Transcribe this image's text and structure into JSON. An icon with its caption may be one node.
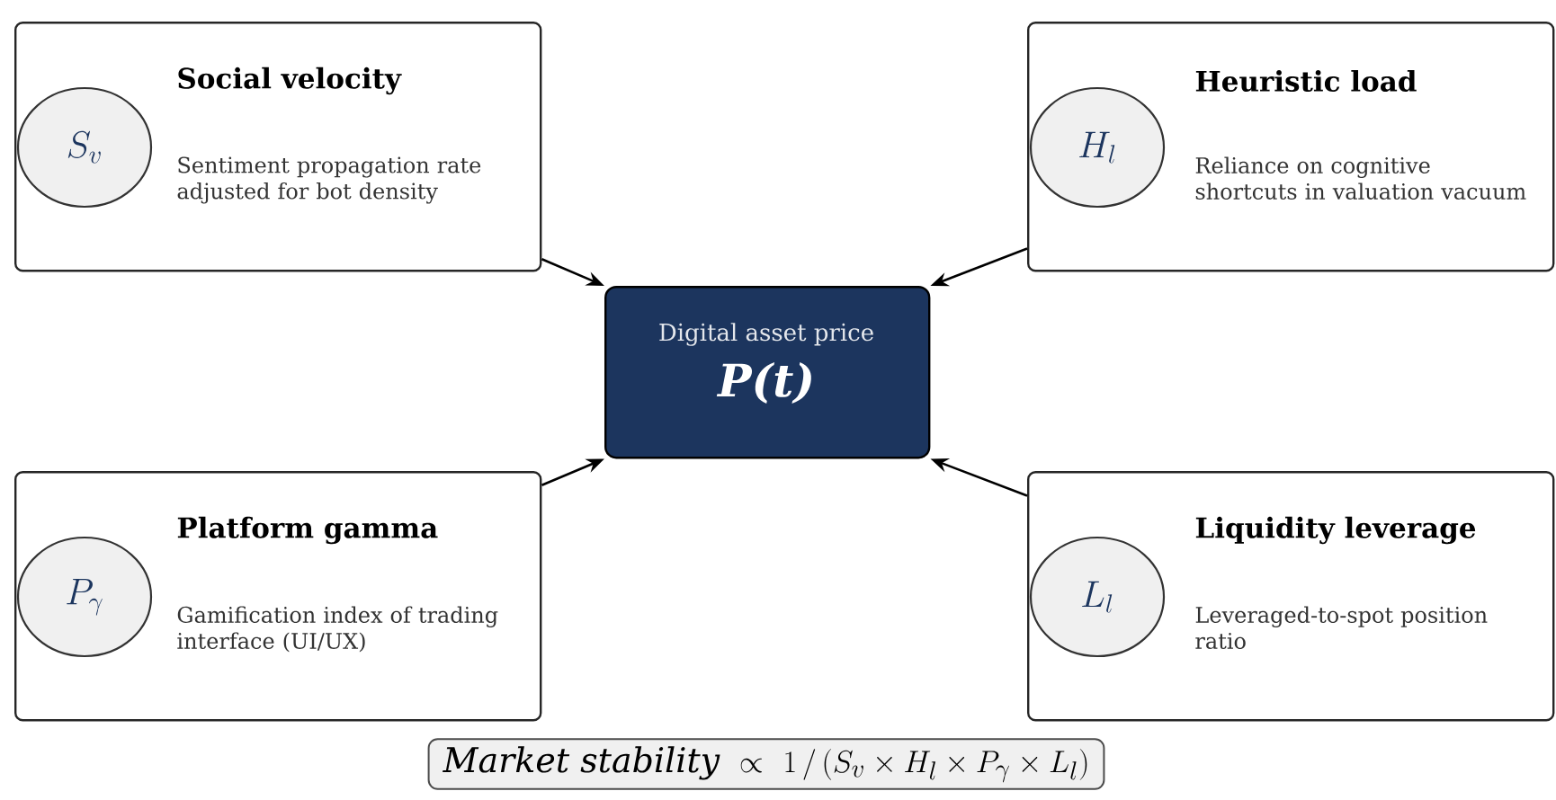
{
  "diagram": {
    "nodes": [
      {
        "text": [
          "Social velocity",
          "Sentiment propagation rate adjusted for bot density"
        ]
      },
      {
        "text": [
          "S_v"
        ],
        "in": 0
      },
      {
        "text": [
          "Heuristic load",
          "Reliance on cognitive shortcuts in valuation vacuum"
        ]
      },
      {
        "text": [
          "H_l"
        ],
        "in": 2
      },
      {
        "text": [
          "Digital asset price",
          "P(t)"
        ]
      },
      {
        "text": [
          "Platform gamma",
          "Gamification index of trading interface (UI/UX)"
        ]
      },
      {
        "text": [
          "P_\\gamma"
        ],
        "in": 5
      },
      {
        "text": [
          "Liquidity leverage",
          "Leveraged-to-spot position ratio"
        ]
      },
      {
        "text": [
          "L_l"
        ],
        "in": 7
      },
      {
        "text": [
          "\\mathit{Market\\ stability}\\ \\propto\\ 1\\,/\\,(S_v \\times H_l \\times P_\\gamma \\times L_l)"
        ]
      }
    ],
    "edges": [
      {
        "from": 0,
        "to": 4,
        "arrow": "to"
      },
      {
        "from": 2,
        "to": 4,
        "arrow": "to"
      },
      {
        "from": 5,
        "to": 4,
        "arrow": "to"
      },
      {
        "from": 7,
        "to": 4,
        "arrow": "to"
      }
    ]
  }
}
